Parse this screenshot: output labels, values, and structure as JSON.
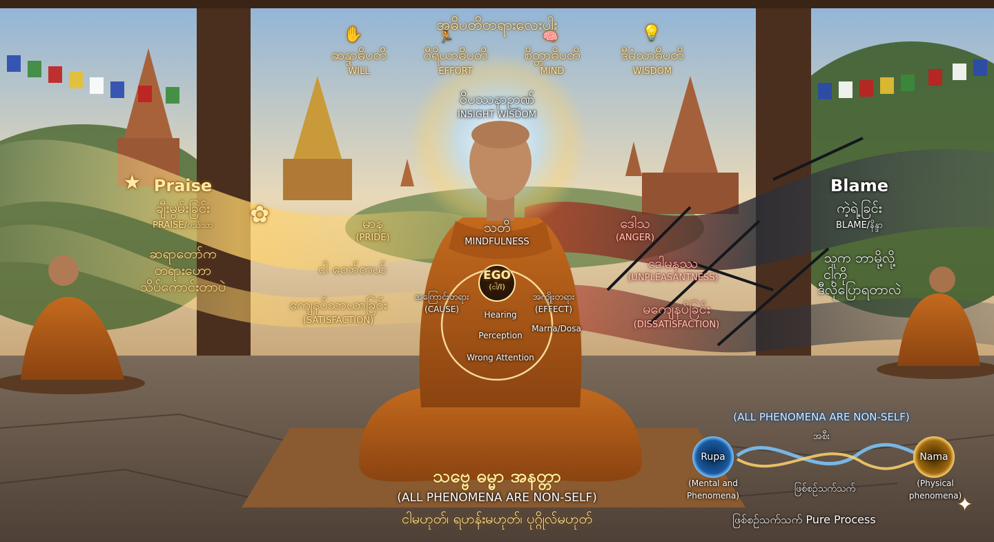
{
  "header": {
    "title": "အဓိပတိတရားလေးပါး"
  },
  "adhipati": [
    {
      "my": "ဆန္ဒာဓိပတိ",
      "en": "WILL",
      "icon": "hand-icon"
    },
    {
      "my": "ဝီရိယာဓိပတိ",
      "en": "EFFORT",
      "icon": "runner-icon"
    },
    {
      "my": "စိတ္တာဓိပတိ",
      "en": "MIND",
      "icon": "brain-icon"
    },
    {
      "my": "ဒီမံသာဓိပတိ",
      "en": "WISDOM",
      "icon": "lightbulb-icon"
    }
  ],
  "insight": {
    "my": "ဝိပဿနာဉာဏ်",
    "en": "INSIGHT WISDOM"
  },
  "praise": {
    "title": "Praise",
    "my": "ချီးမွမ်းခြင်း",
    "en": "PRAISE/ပသံသာ",
    "quote_line1": "ဆရာတော်က",
    "quote_line2": "တရားဟော",
    "quote_line3": "သိပ်ကောင်းတာပဲ",
    "pride_my": "မာန",
    "pride_en": "(PRIDE)",
    "ego_line": "ငါ တော်တယ်",
    "satisfaction_my": "ကျေနပ်သာယာခြင်း",
    "satisfaction_en": "(SATISFACTION)"
  },
  "center": {
    "sati_my": "သတိ",
    "sati_en": "MINDFULNESS",
    "ego": "EGO",
    "ego_sub": "(ငါ/I)",
    "cause_my": "အကြောင်းတရား",
    "cause_en": "(CAUSE)",
    "effect_my": "အကျိုးတရား",
    "effect_en": "(EFFECT)",
    "hearing": "Hearing",
    "perception": "Perception",
    "marna": "Marna/Dosa",
    "wrong_attention": "Wrong Attention"
  },
  "blame": {
    "title": "Blame",
    "my": "ကဲ့ရဲ့ခြင်း",
    "en": "BLAME/နိန္ဒာ",
    "quote_line1": "သူက ဘာမို့လို့",
    "quote_line2": "ငါ့ကို",
    "quote_line3": "ဒီလိုပြောရတာလဲ",
    "anger_my": "ဒေါသ",
    "anger_en": "(ANGER)",
    "unpleasant_my": "ဒေါမနဿ",
    "unpleasant_en": "(UNPLEASANTNESS)",
    "dissat_my": "မကျေနပ်ခြင်း",
    "dissat_en": "(DISSATISFACTION)"
  },
  "anatta": {
    "my": "သဗ္ဗေ ဓမ္မာ အနတ္တာ",
    "en": "(ALL PHENOMENA ARE NON-SELF)",
    "line3": "ငါမဟုတ်၊ ရဟန်းမဟုတ်၊ ပုဂ္ဂိုလ်မဟုတ်"
  },
  "process": {
    "heading": "(ALL PHENOMENA ARE NON-SELF)",
    "link_my": "အစီး",
    "rupa": "Rupa",
    "nama": "Nama",
    "rupa_desc_line1": "(Mental and",
    "rupa_desc_line2": "Phenomena)",
    "nama_desc_line1": "(Physical",
    "nama_desc_line2": "phenomena)",
    "flow_my": "ဖြစ်စဉ်သက်သက်",
    "footer": "ဖြစ်စဉ်သက်သက် Pure Process"
  },
  "colors": {
    "robe": "#b8621a",
    "gold_glow": "#ffd36b",
    "blue_glow": "#7cc8ff",
    "dark_smoke": "#1e2228"
  }
}
